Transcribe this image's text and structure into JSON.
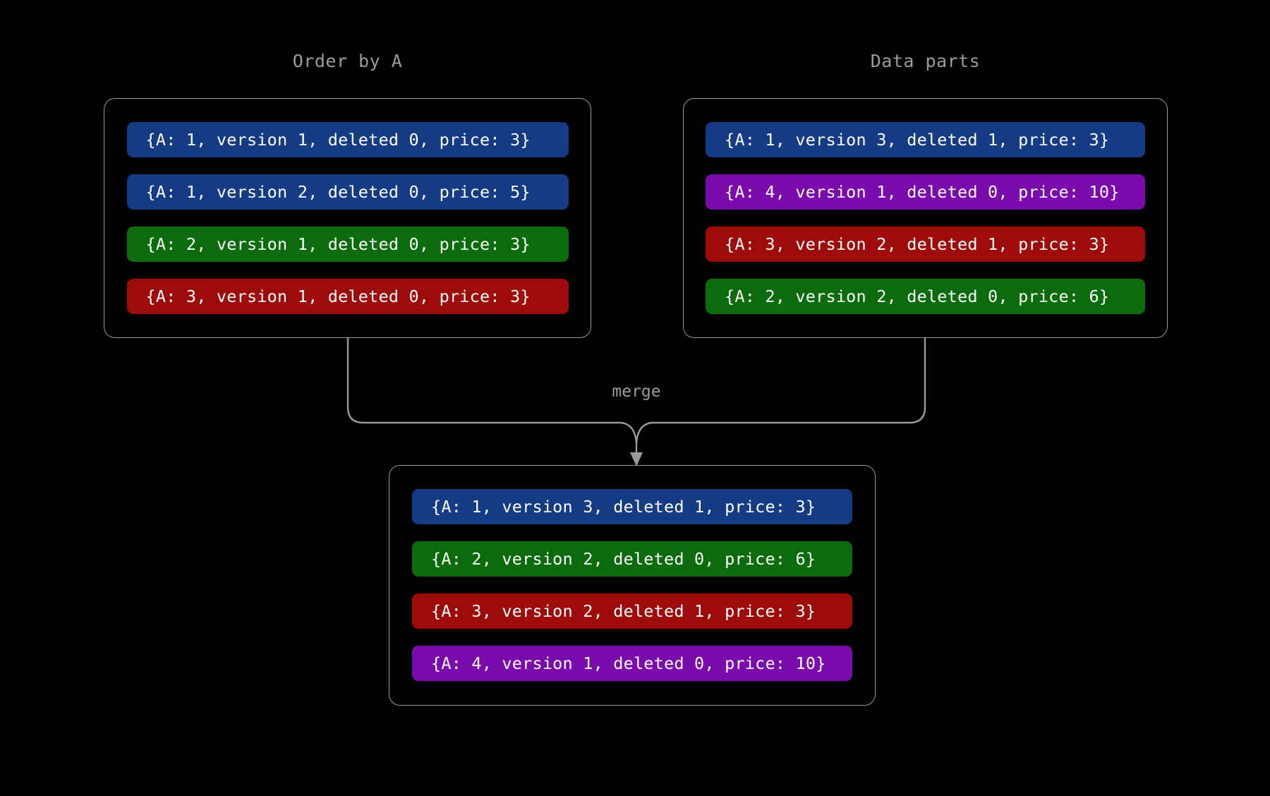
{
  "diagram": {
    "title_left": "Order by A",
    "title_right": "Data parts",
    "merge_label": "merge",
    "background": "#000000",
    "border_color": "#9a9a9a",
    "title_color": "#9c9c9c",
    "connector_color": "#9a9a9a",
    "palette": {
      "blue": "#163b85",
      "green": "#0b6b0d",
      "red": "#9d0b0b",
      "purple": "#7a0cad",
      "text": "#ffffff"
    }
  },
  "panels": {
    "order_by_a": {
      "title": "Order by A",
      "rows": [
        {
          "text": "{A: 1, version 1, deleted 0, price: 3}",
          "color": "blue"
        },
        {
          "text": "{A: 1, version 2, deleted 0, price: 5}",
          "color": "blue"
        },
        {
          "text": "{A: 2, version 1, deleted 0, price: 3}",
          "color": "green"
        },
        {
          "text": "{A: 3, version 1, deleted 0, price: 3}",
          "color": "red"
        }
      ]
    },
    "data_parts": {
      "title": "Data parts",
      "rows": [
        {
          "text": "{A: 1, version 3, deleted 1, price: 3}",
          "color": "blue"
        },
        {
          "text": "{A: 4, version 1, deleted 0, price: 10}",
          "color": "purple"
        },
        {
          "text": "{A: 3, version 2, deleted 1, price: 3}",
          "color": "red"
        },
        {
          "text": "{A: 2, version 2, deleted 0, price: 6}",
          "color": "green"
        }
      ]
    },
    "merged": {
      "title": "",
      "rows": [
        {
          "text": "{A: 1, version 3, deleted 1, price: 3}",
          "color": "blue"
        },
        {
          "text": "{A: 2, version 2, deleted 0, price: 6}",
          "color": "green"
        },
        {
          "text": "{A: 3, version 2, deleted 1, price: 3}",
          "color": "red"
        },
        {
          "text": "{A: 4, version 1, deleted 0, price: 10}",
          "color": "purple"
        }
      ]
    }
  }
}
